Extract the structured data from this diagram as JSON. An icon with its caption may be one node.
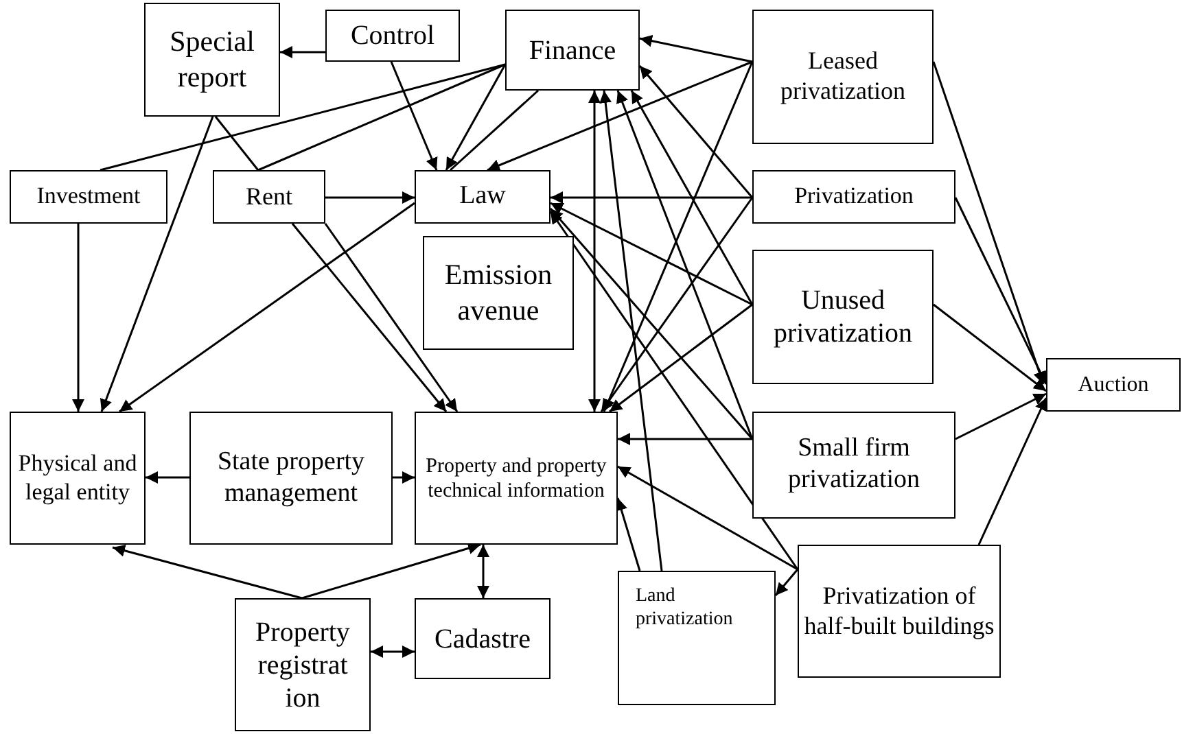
{
  "diagram": {
    "nodes": [
      {
        "text": [
          "Special report"
        ]
      },
      {
        "text": [
          "Control"
        ]
      },
      {
        "text": [
          "Finance"
        ]
      },
      {
        "text": [
          "Leased privatization"
        ]
      },
      {
        "text": [
          "Investment"
        ]
      },
      {
        "text": [
          "Rent"
        ]
      },
      {
        "text": [
          "Law"
        ]
      },
      {
        "text": [
          "Privatization"
        ]
      },
      {
        "text": [
          "Emission avenue"
        ]
      },
      {
        "text": [
          "Unused privatization"
        ]
      },
      {
        "text": [
          "Auction"
        ]
      },
      {
        "text": [
          "Physical and legal entity"
        ]
      },
      {
        "text": [
          "State property management"
        ]
      },
      {
        "text": [
          "Property and property technical information"
        ]
      },
      {
        "text": [
          "Small firm privatization"
        ]
      },
      {
        "text": [
          "Property registrat ion"
        ]
      },
      {
        "text": [
          "Cadastre"
        ]
      },
      {
        "text": [
          "Land privatization"
        ]
      },
      {
        "text": [
          "Privatization of half-built buildings"
        ]
      }
    ],
    "edges": [
      {
        "from": 1,
        "to": 0,
        "arrow": "to"
      },
      {
        "from": 1,
        "to": 6,
        "arrow": "to"
      },
      {
        "from": 2,
        "to": 6,
        "arrow": "to"
      },
      {
        "from": 2,
        "to": 4,
        "arrow": "none"
      },
      {
        "from": 2,
        "to": 5,
        "arrow": "none"
      },
      {
        "from": 2,
        "to": 6,
        "arrow": "none"
      },
      {
        "from": 0,
        "to": 5,
        "arrow": "none"
      },
      {
        "from": 0,
        "to": 11,
        "arrow": "to"
      },
      {
        "from": 4,
        "to": 11,
        "arrow": "to"
      },
      {
        "from": 5,
        "to": 6,
        "arrow": "to"
      },
      {
        "from": 5,
        "to": 13,
        "arrow": "to"
      },
      {
        "from": 5,
        "to": 13,
        "arrow": "to"
      },
      {
        "from": 6,
        "to": 11,
        "arrow": "to"
      },
      {
        "from": 3,
        "to": 2,
        "arrow": "to"
      },
      {
        "from": 3,
        "to": 6,
        "arrow": "to"
      },
      {
        "from": 3,
        "to": 13,
        "arrow": "to"
      },
      {
        "from": 3,
        "to": 10,
        "arrow": "to"
      },
      {
        "from": 7,
        "to": 6,
        "arrow": "to"
      },
      {
        "from": 7,
        "to": 2,
        "arrow": "to"
      },
      {
        "from": 7,
        "to": 13,
        "arrow": "to"
      },
      {
        "from": 7,
        "to": 10,
        "arrow": "to"
      },
      {
        "from": 9,
        "to": 2,
        "arrow": "to"
      },
      {
        "from": 9,
        "to": 6,
        "arrow": "to"
      },
      {
        "from": 9,
        "to": 13,
        "arrow": "to"
      },
      {
        "from": 9,
        "to": 10,
        "arrow": "to"
      },
      {
        "from": 14,
        "to": 13,
        "arrow": "to"
      },
      {
        "from": 14,
        "to": 2,
        "arrow": "to"
      },
      {
        "from": 14,
        "to": 6,
        "arrow": "to"
      },
      {
        "from": 14,
        "to": 10,
        "arrow": "to"
      },
      {
        "from": 18,
        "to": 13,
        "arrow": "to"
      },
      {
        "from": 18,
        "to": 17,
        "arrow": "to"
      },
      {
        "from": 18,
        "to": 6,
        "arrow": "to"
      },
      {
        "from": 18,
        "to": 10,
        "arrow": "to"
      },
      {
        "from": 17,
        "to": 13,
        "arrow": "to"
      },
      {
        "from": 17,
        "to": 2,
        "arrow": "to"
      },
      {
        "from": 13,
        "to": 2,
        "arrow": "both"
      },
      {
        "from": 12,
        "to": 11,
        "arrow": "to"
      },
      {
        "from": 12,
        "to": 13,
        "arrow": "to"
      },
      {
        "from": 15,
        "to": 11,
        "arrow": "to"
      },
      {
        "from": 15,
        "to": 13,
        "arrow": "to"
      },
      {
        "from": 15,
        "to": 16,
        "arrow": "both"
      },
      {
        "from": 13,
        "to": 16,
        "arrow": "both"
      }
    ]
  }
}
